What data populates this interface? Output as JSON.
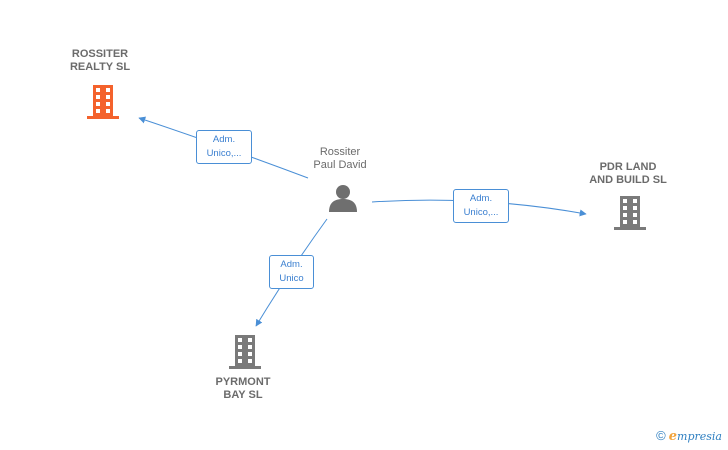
{
  "nodes": {
    "person": {
      "name": "Rossiter\nPaul David"
    },
    "rossiter_realty": {
      "name": "ROSSITER\nREALTY  SL",
      "color": "#f4622c"
    },
    "pdr_land": {
      "name": "PDR LAND\nAND BUILD SL",
      "color": "#7a7a7a"
    },
    "pyrmont": {
      "name": "PYRMONT\nBAY SL",
      "color": "#7a7a7a"
    }
  },
  "edges": {
    "to_rossiter_realty": "Adm.\nUnico,...",
    "to_pdr_land": "Adm.\nUnico,...",
    "to_pyrmont": "Adm.\nUnico"
  },
  "colors": {
    "edge": "#4a8fd6",
    "person": "#6f6f6f"
  },
  "brand": {
    "copyright": "©",
    "name": "mpresia",
    "initial": "e"
  }
}
